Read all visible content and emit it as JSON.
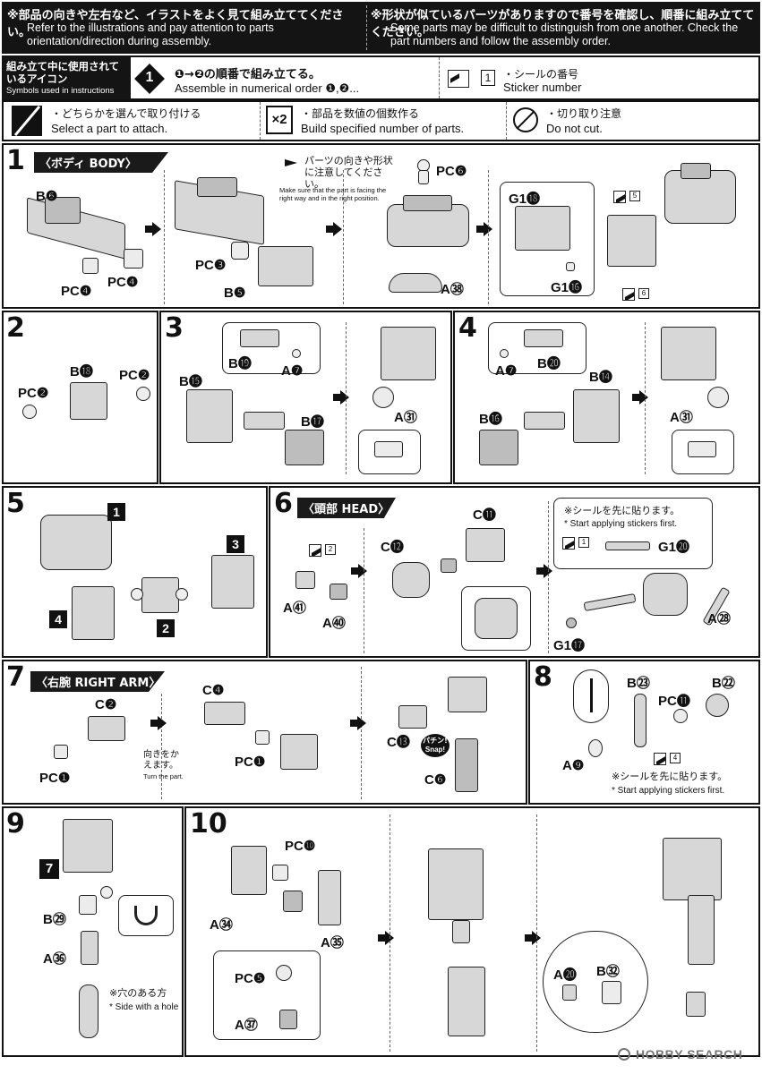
{
  "header": {
    "left": {
      "jp": "※部品の向きや左右など、イラストをよく見て組み立ててください。",
      "en": "Refer to the illustrations and pay attention to parts orientation/direction during assembly."
    },
    "right": {
      "jp": "※形状が似ているパーツがありますので番号を確認し、順番に組み立ててください。",
      "en": "Some parts may be difficult to distinguish from one another. Check the part numbers and follow the assembly order."
    }
  },
  "symbols": {
    "title_jp": "組み立て中に使用されているアイコン",
    "title_en": "Symbols used in instructions",
    "order_jp": "❶→❷の順番で組み立てる。",
    "order_en": "Assemble in numerical order ❶,❷...",
    "order_num_1": "1",
    "order_num_2": "2",
    "sticker_num": "1",
    "sticker_jp": "・シールの番号",
    "sticker_en": "Sticker number",
    "select_jp": "・どちらかを選んで取り付ける",
    "select_en": "Select a part to attach.",
    "build_icon": "×2",
    "build_jp": "・部品を数値の個数作る",
    "build_en": "Build specified number of parts.",
    "nocut_jp": "・切り取り注意",
    "nocut_en": "Do not cut."
  },
  "steps": {
    "s1": {
      "num": "1",
      "title": "〈ボディ BODY〉",
      "note_jp": "パーツの向きや形状に注意してください。",
      "note_en": "Make sure that the part is facing the right way and in the right position.",
      "labels": [
        "B❻",
        "PC❹",
        "PC❹",
        "PC❸",
        "B❺",
        "PC❻",
        "A㊳",
        "G1⓲",
        "G1⓰"
      ],
      "stickers": [
        "5",
        "6"
      ]
    },
    "s2": {
      "num": "2",
      "labels": [
        "B⓲",
        "PC❷",
        "PC❷"
      ]
    },
    "s3": {
      "num": "3",
      "labels": [
        "B⓳",
        "A❼",
        "B⓯",
        "B⓱",
        "A㉛"
      ]
    },
    "s4": {
      "num": "4",
      "labels": [
        "A❼",
        "B⓴",
        "B⓮",
        "B⓰",
        "A㉛"
      ]
    },
    "s5": {
      "num": "5",
      "labels": [
        "1",
        "3",
        "4",
        "2"
      ]
    },
    "s6": {
      "num": "6",
      "title": "〈頭部 HEAD〉",
      "note_jp": "※シールを先に貼ります。",
      "note_en": "* Start applying stickers first.",
      "labels": [
        "A㊶",
        "A㊵",
        "C⓬",
        "C⓫",
        "G1⓴",
        "G1⓱",
        "A㉘"
      ],
      "stickers": [
        "2",
        "1"
      ]
    },
    "s7": {
      "num": "7",
      "title": "〈右腕 RIGHT ARM〉",
      "turn_jp": "向きをかえます。",
      "turn_en": "Turn the part.",
      "snap_jp": "パチン!",
      "snap_en": "Snap!",
      "labels": [
        "C❷",
        "PC❶",
        "C❹",
        "PC❶",
        "C⓭",
        "C❻"
      ]
    },
    "s8": {
      "num": "8",
      "note_jp": "※シールを先に貼ります。",
      "note_en": "* Start applying stickers first.",
      "labels": [
        "B㉓",
        "B㉒",
        "PC⓫",
        "A❾"
      ],
      "stickers": [
        "4"
      ]
    },
    "s9": {
      "num": "9",
      "sub": "7",
      "hole_jp": "※穴のある方",
      "hole_en": "* Side with a hole",
      "labels": [
        "B㉙",
        "A㊱"
      ]
    },
    "s10": {
      "num": "10",
      "labels": [
        "PC❿",
        "A㉞",
        "A㉟",
        "PC❺",
        "A㊲",
        "A⓴",
        "B㉜"
      ]
    }
  },
  "watermark": "HOBBY SEARCH"
}
